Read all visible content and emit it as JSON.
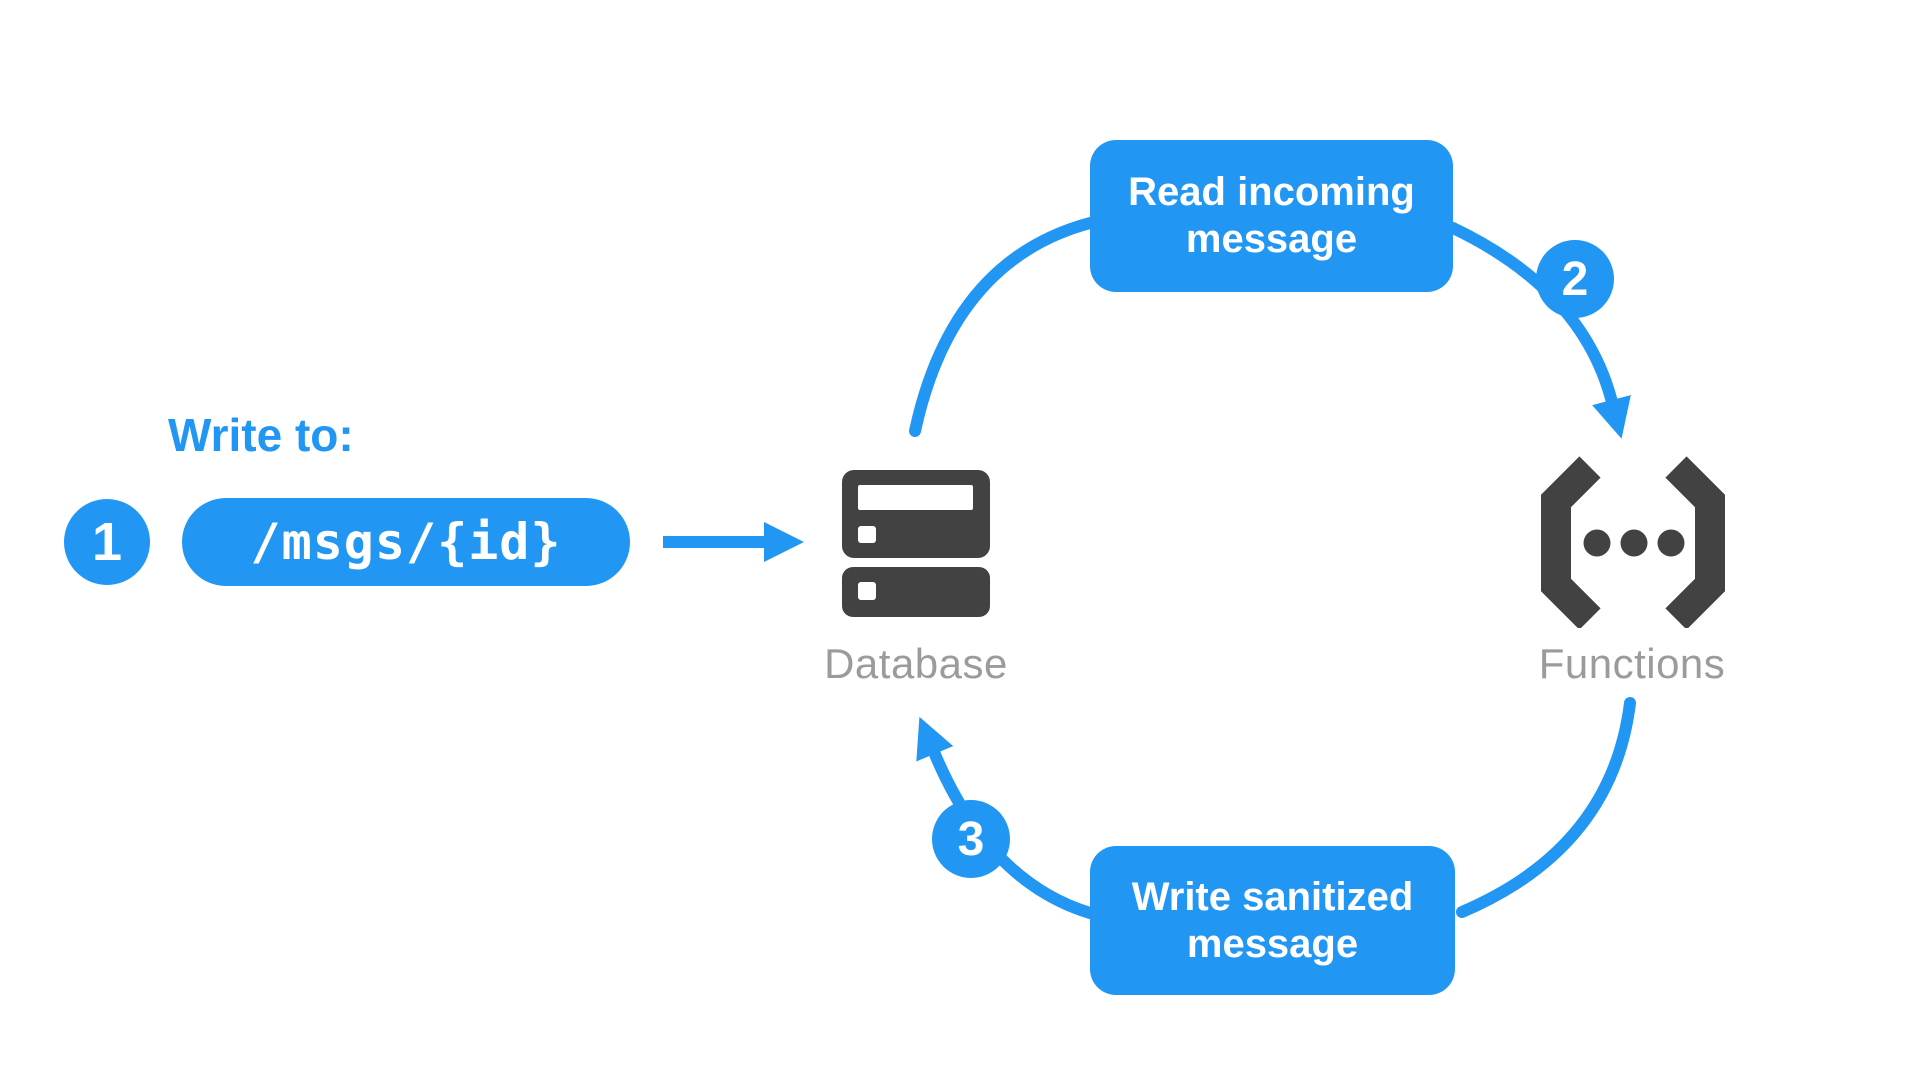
{
  "colors": {
    "accent": "#2196F3",
    "dark": "#424242",
    "muted": "#9b9b9b",
    "white": "#ffffff",
    "bg": "#ffffff"
  },
  "annotation": {
    "step": "1",
    "label": "Write to:",
    "path": "/msgs/{id}"
  },
  "nodes": {
    "database": {
      "label": "Database",
      "icon": "database-server-icon"
    },
    "functions": {
      "label": "Functions",
      "icon": "cloud-functions-brackets-icon"
    }
  },
  "flow": {
    "read_box": {
      "line1": "Read incoming",
      "line2": "message"
    },
    "write_box": {
      "line1": "Write sanitized",
      "line2": "message"
    },
    "step2": "2",
    "step3": "3"
  }
}
